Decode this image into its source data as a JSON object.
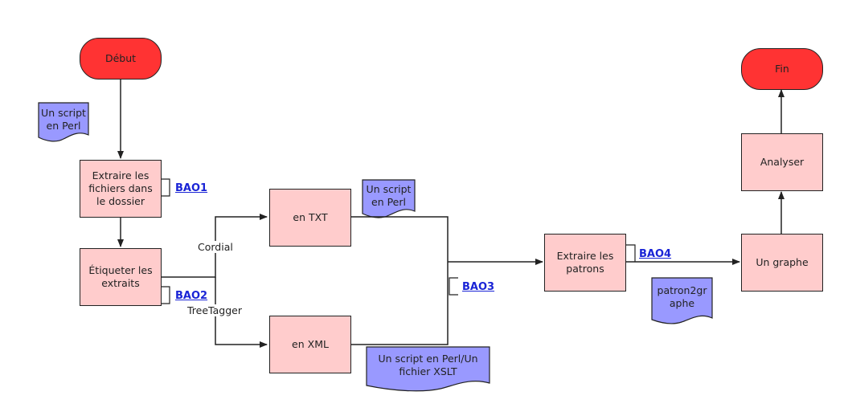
{
  "nodes": {
    "debut": "Début",
    "fin": "Fin",
    "extraire_fichiers": "Extraire les fichiers dans le dossier",
    "etiqueter": "Étiqueter les extraits",
    "en_txt": "en TXT",
    "en_xml": "en XML",
    "extraire_patrons": "Extraire les patrons",
    "un_graphe": "Un graphe",
    "analyser": "Analyser"
  },
  "documents": {
    "script_perl_1": "Un script en Perl",
    "script_perl_2": "Un script en Perl",
    "script_perl_xslt": "Un script en Perl/Un fichier XSLT",
    "patron2graphe": "patron2graphe"
  },
  "edge_labels": {
    "cordial": "Cordial",
    "treetagger": "TreeTagger"
  },
  "annotations": {
    "bao1": "BAO1",
    "bao2": "BAO2",
    "bao3": "BAO3",
    "bao4": "BAO4"
  },
  "colors": {
    "terminal": "#ff3333",
    "process": "#ffcccc",
    "document": "#9999ff",
    "link": "#1a24d6",
    "line": "#222222"
  }
}
